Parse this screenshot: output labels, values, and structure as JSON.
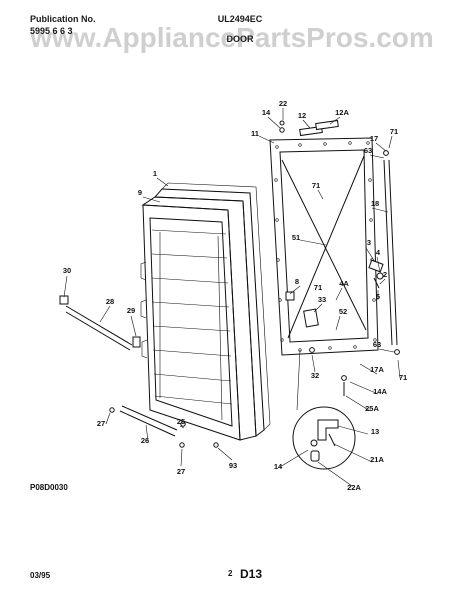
{
  "watermark": "www.AppliancePartsPros.com",
  "header": {
    "publication_label": "Publication No.",
    "publication_number": "5995 6 6 3",
    "model": "UL2494EC",
    "section": "DOOR"
  },
  "callouts": [
    "22",
    "14",
    "12",
    "12A",
    "11",
    "17",
    "71",
    "63",
    "9",
    "1",
    "71",
    "18",
    "51",
    "3",
    "4",
    "30",
    "8",
    "4A",
    "71",
    "2",
    "5",
    "28",
    "33",
    "29",
    "52",
    "63",
    "32",
    "17A",
    "71",
    "14A",
    "25A",
    "27",
    "25",
    "13",
    "26",
    "14",
    "27",
    "93",
    "21A",
    "22A"
  ],
  "footer": {
    "diagram_code": "P08D0030",
    "date": "03/95",
    "page_number": "2",
    "sheet": "D13"
  }
}
